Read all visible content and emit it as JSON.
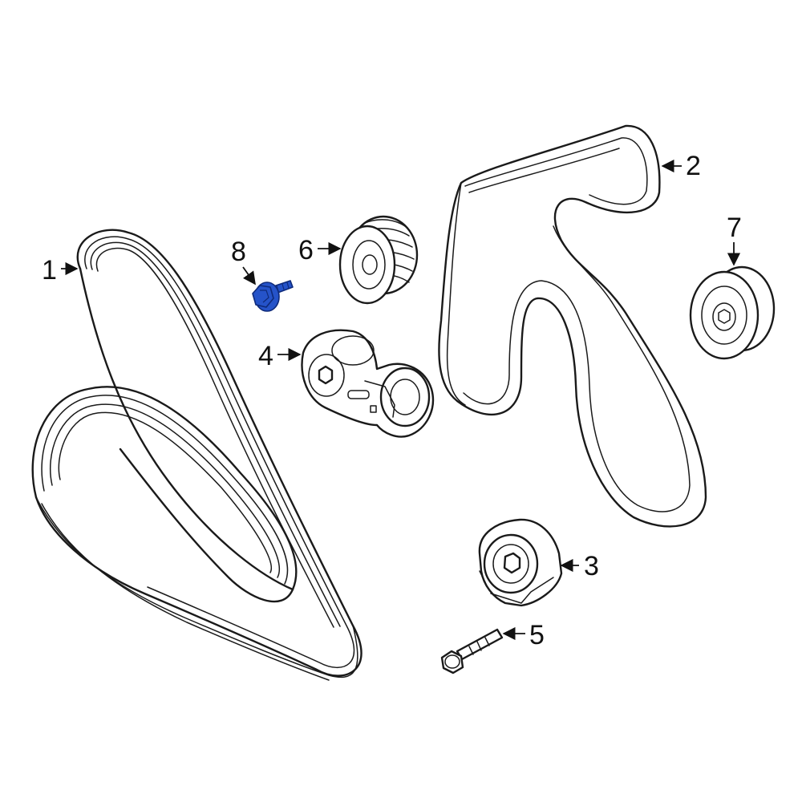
{
  "callouts": {
    "c1": "1",
    "c2": "2",
    "c3": "3",
    "c4": "4",
    "c5": "5",
    "c6": "6",
    "c7": "7",
    "c8": "8"
  },
  "colors": {
    "line": "#1a1a1a",
    "highlight_fill": "#2553c9",
    "highlight_stroke": "#0e2a7a",
    "background": "#ffffff"
  },
  "highlighted_part": "8"
}
